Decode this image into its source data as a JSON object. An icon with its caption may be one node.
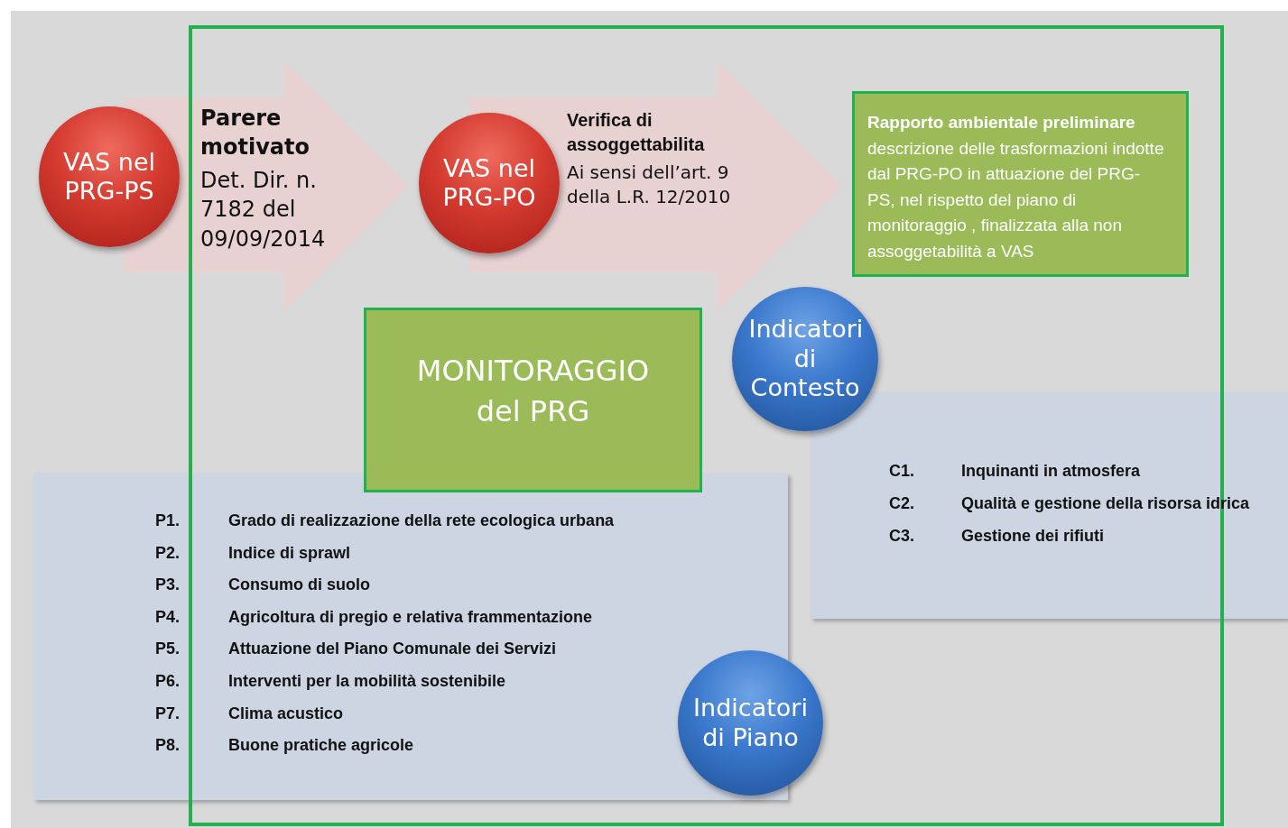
{
  "diagram": {
    "nodes": [
      {
        "text": [
          "VAS nel PRG-PS"
        ]
      },
      {
        "text": [
          "Parere motivato",
          "Det. Dir. n. 7182 del 09/09/2014"
        ]
      },
      {
        "text": [
          "VAS nel PRG-PO"
        ]
      },
      {
        "text": [
          "Verifica di assoggettabilita",
          "Ai sensi dell’art. 9 della L.R. 12/2010"
        ]
      },
      {
        "text": [
          "Rapporto ambientale preliminare",
          "descrizione delle trasformazioni indotte dal PRG-PO in attuazione del PRG-PS, nel rispetto del piano di monitoraggio , finalizzata alla non assoggetabilità a VAS"
        ]
      },
      {
        "text": [
          "MONITORAGGIO del PRG"
        ]
      },
      {
        "text": [
          "Indicatori di Contesto"
        ]
      },
      {
        "text": [
          "C1.",
          "Inquinanti in atmosfera",
          "C2.",
          "Qualità e gestione della risorsa idrica",
          "C3.",
          "Gestione dei rifiuti"
        ]
      },
      {
        "text": [
          "P1.",
          "Grado di realizzazione della rete ecologica urbana",
          "P2.",
          "Indice di sprawl",
          "P3.",
          "Consumo di suolo",
          "P4.",
          "Agricoltura di pregio e relativa frammentazione",
          "P5.",
          "Attuazione del Piano Comunale dei Servizi",
          "P6.",
          "Interventi per la mobilità sostenibile",
          "P7.",
          "Clima acustico",
          "P8.",
          "Buone pratiche agricole"
        ]
      },
      {
        "text": [
          "Indicatori di Piano"
        ]
      }
    ]
  }
}
